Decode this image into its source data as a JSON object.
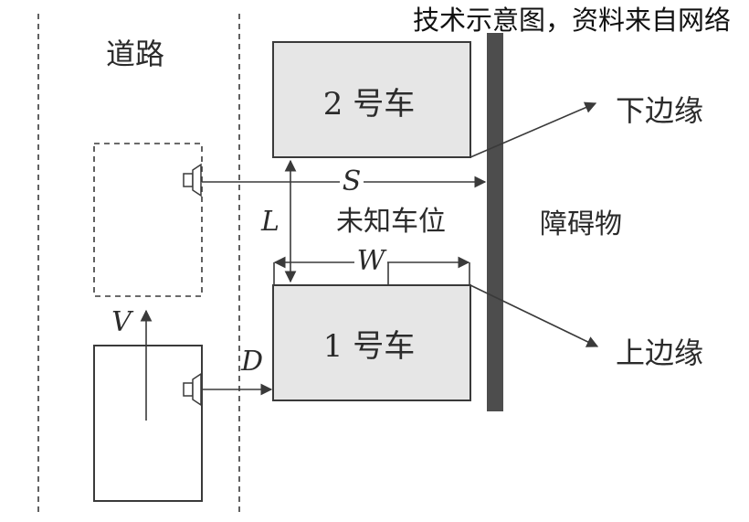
{
  "caption": "技术示意图，资料来自网络",
  "labels": {
    "road": "道路",
    "car2": "2 号车",
    "car1": "1 号车",
    "unknown_slot": "未知车位",
    "obstacle": "障碍物",
    "lower_edge": "下边缘",
    "upper_edge": "上边缘"
  },
  "variables": {
    "S": "S",
    "L": "L",
    "W": "W",
    "D": "D",
    "V": "V"
  },
  "colors": {
    "car_fill": "#e6e6e6",
    "obstacle": "#4d4d4d",
    "line": "#3a3a3a"
  }
}
